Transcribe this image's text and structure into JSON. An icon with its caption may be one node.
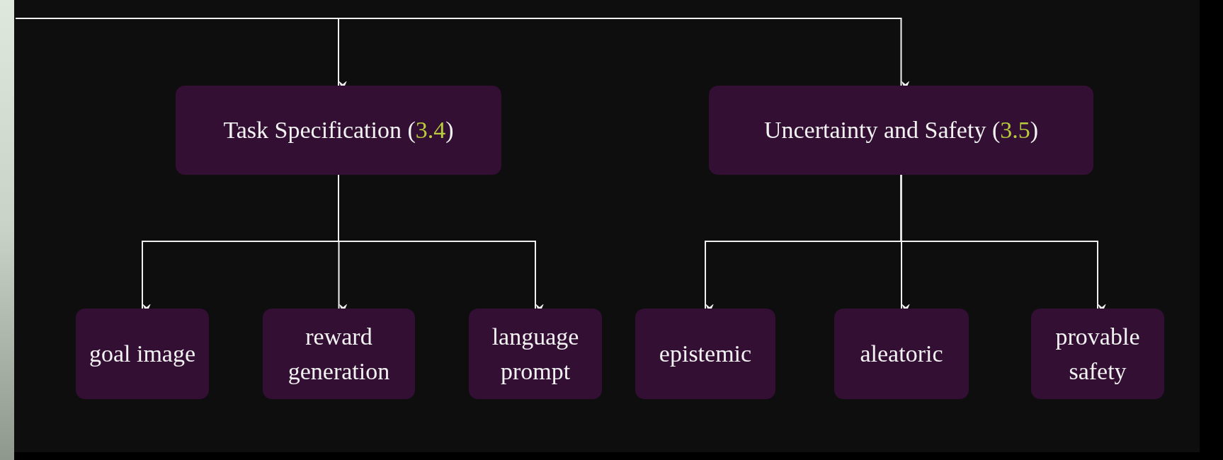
{
  "diagram": {
    "nodes": [
      {
        "text": [
          "Task Specification (3.4)"
        ]
      },
      {
        "text": [
          "Uncertainty and Safety (3.5)"
        ]
      },
      {
        "text": [
          "goal image"
        ]
      },
      {
        "text": [
          "reward generation"
        ]
      },
      {
        "text": [
          "language prompt"
        ]
      },
      {
        "text": [
          "epistemic"
        ]
      },
      {
        "text": [
          "aleatoric"
        ]
      },
      {
        "text": [
          "provable safety"
        ]
      }
    ],
    "edges": [
      {
        "from": null,
        "to": 0,
        "arrow": "to"
      },
      {
        "from": null,
        "to": 1,
        "arrow": "to"
      },
      {
        "from": 0,
        "to": 2,
        "arrow": "to"
      },
      {
        "from": 0,
        "to": 3,
        "arrow": "to"
      },
      {
        "from": 0,
        "to": 4,
        "arrow": "to"
      },
      {
        "from": 1,
        "to": 5,
        "arrow": "to"
      },
      {
        "from": 1,
        "to": 6,
        "arrow": "to"
      },
      {
        "from": 1,
        "to": 7,
        "arrow": "to"
      }
    ]
  }
}
